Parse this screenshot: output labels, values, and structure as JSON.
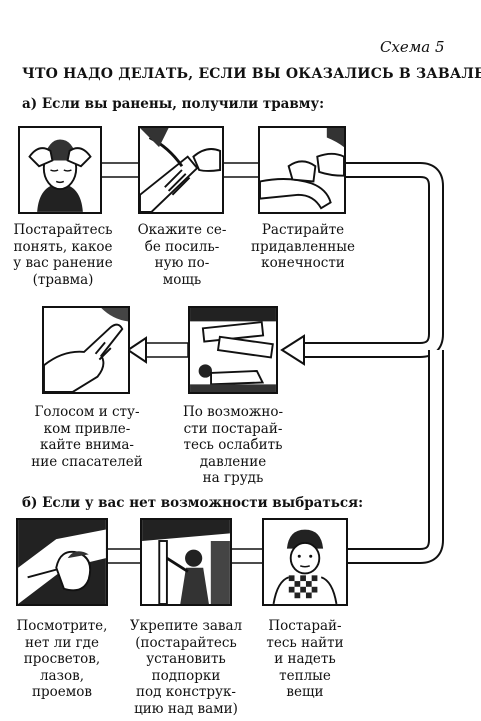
{
  "header": {
    "scheme_label": "Схема 5",
    "title": "ЧТО НАДО ДЕЛАТЬ, ЕСЛИ ВЫ ОКАЗАЛИСЬ В ЗАВАЛЕ"
  },
  "section_a": {
    "heading": "а) Если вы ранены, получили травму:",
    "steps": [
      {
        "icon": "head-injury-icon",
        "caption": "Постарайтесь\nпонять, какое\nу вас ранение\n(травма)"
      },
      {
        "icon": "bandaging-arm-icon",
        "caption": "Окажите се-\nбе посиль-\nную по-\nмощь"
      },
      {
        "icon": "massage-leg-icon",
        "caption": "Растирайте\nпридавленные\nконечности"
      },
      {
        "icon": "person-under-debris-icon",
        "caption": "По возможно-\nсти постарай-\nтесь ослабить\nдавление\nна грудь"
      },
      {
        "icon": "knocking-hand-icon",
        "caption": "Голосом и сту-\nком привле-\nкайте внима-\nние спасателей"
      }
    ]
  },
  "section_b": {
    "heading": "б) Если у вас нет возможности выбраться:",
    "steps": [
      {
        "icon": "looking-for-gap-icon",
        "caption": "Посмотрите,\nнет ли где\nпросветов,\nлазов,\nпроемов"
      },
      {
        "icon": "propping-ceiling-icon",
        "caption": "Укрепите завал\n(постарайтесь\nустановить\nподпорки\nпод конструк-\nцию над вами)"
      },
      {
        "icon": "warm-clothes-icon",
        "caption": "Постарай-\nтесь найти\nи надеть\nтеплые\nвещи"
      }
    ]
  }
}
